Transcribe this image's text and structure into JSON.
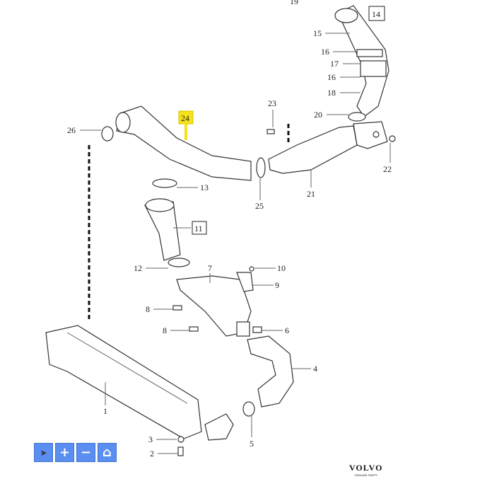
{
  "diagram": {
    "callouts": {
      "c19": "19",
      "c14": "14",
      "c15": "15",
      "c16a": "16",
      "c17": "17",
      "c16b": "16",
      "c18": "18",
      "c20": "20",
      "c23": "23",
      "c22": "22",
      "c21": "21",
      "c24": "24",
      "c26": "26",
      "c25": "25",
      "c13": "13",
      "c11": "11",
      "c12": "12",
      "c7": "7",
      "c10": "10",
      "c9": "9",
      "c8a": "8",
      "c8b": "8",
      "c6": "6",
      "c4": "4",
      "c1": "1",
      "c3": "3",
      "c2": "2",
      "c5": "5"
    },
    "highlight_color": "#f5e21a"
  },
  "toolbar": {
    "buttons": [
      {
        "icon": "pointer-icon",
        "glyph": "➤"
      },
      {
        "icon": "zoom-in-icon",
        "glyph": "+"
      },
      {
        "icon": "zoom-out-icon",
        "glyph": "−"
      },
      {
        "icon": "home-icon",
        "glyph": "⌂"
      }
    ]
  },
  "logo": {
    "wordmark": "VOLVO",
    "subtitle": "GENUINE PARTS"
  }
}
